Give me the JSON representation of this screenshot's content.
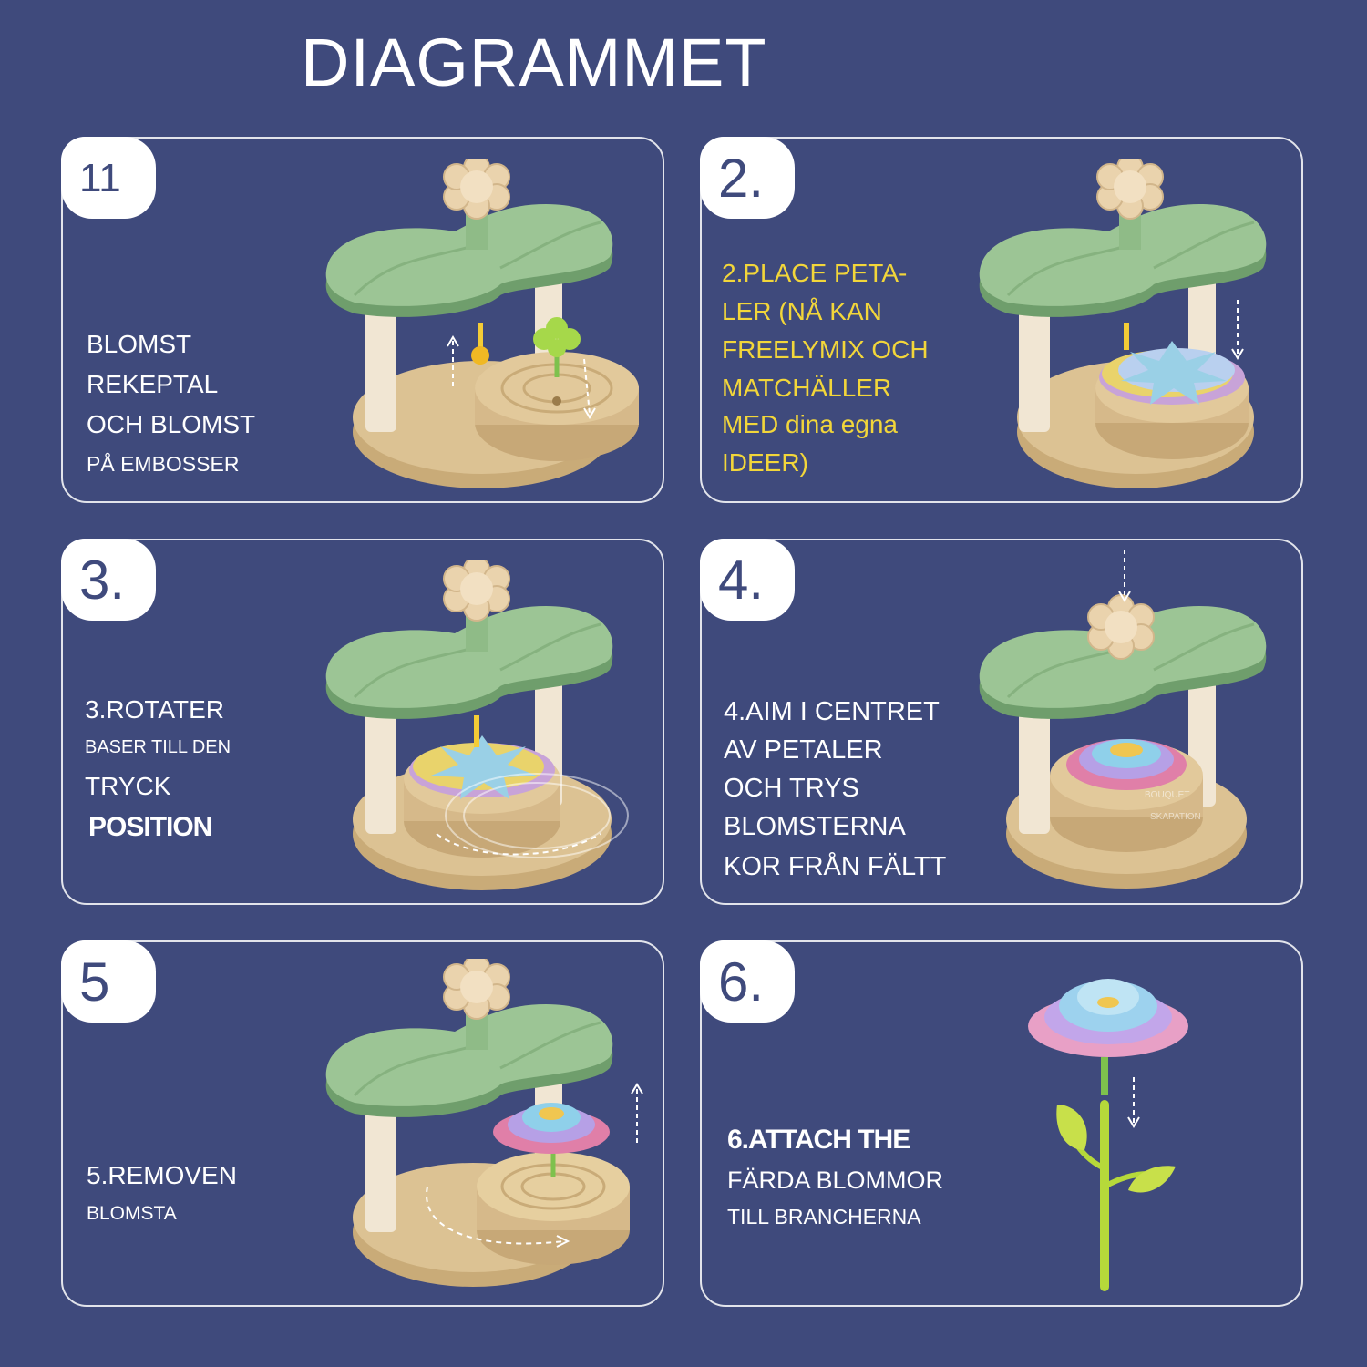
{
  "title": "DIAGRAMMET",
  "steps": [
    {
      "badge": "11",
      "lines": [
        "BLOMST",
        "REKEPTAL",
        "OCH BLOMST",
        "PÅ EMBOSSER"
      ]
    },
    {
      "badge": "2.",
      "lines": [
        "2.PLACE PETA-",
        "LER (NÅ KAN",
        "FREELYMIX OCH",
        "MATCHÄLLER",
        "MED dina egna",
        "IDEER)"
      ]
    },
    {
      "badge": "3.",
      "lines": [
        "3.ROTATER",
        "BASER TILL DEN",
        "TRYCK",
        "POSITION"
      ]
    },
    {
      "badge": "4.",
      "lines": [
        "4.AIM I CENTRET",
        "AV PETALER",
        "OCH TRYS",
        "BLOMSTERNA",
        "KOR FRÅN FÄLTT"
      ]
    },
    {
      "badge": "5",
      "lines": [
        "5.REMOVEN",
        "BLOMSTA"
      ]
    },
    {
      "badge": "6.",
      "lines": [
        "6.ATTACH THE",
        "FÄRDA BLOMMOR",
        "TILL BRANCHERNA"
      ]
    }
  ],
  "watermark": [
    "BOUQUET",
    "SKAPATION"
  ],
  "colors": {
    "background": "#3f4a7c",
    "panel_border": "#ffffff",
    "step2_text": "#f2d63a",
    "leaf_green": "#8fb98a",
    "base_tan": "#d9be8e",
    "flower_top": "#e8cfa8"
  }
}
